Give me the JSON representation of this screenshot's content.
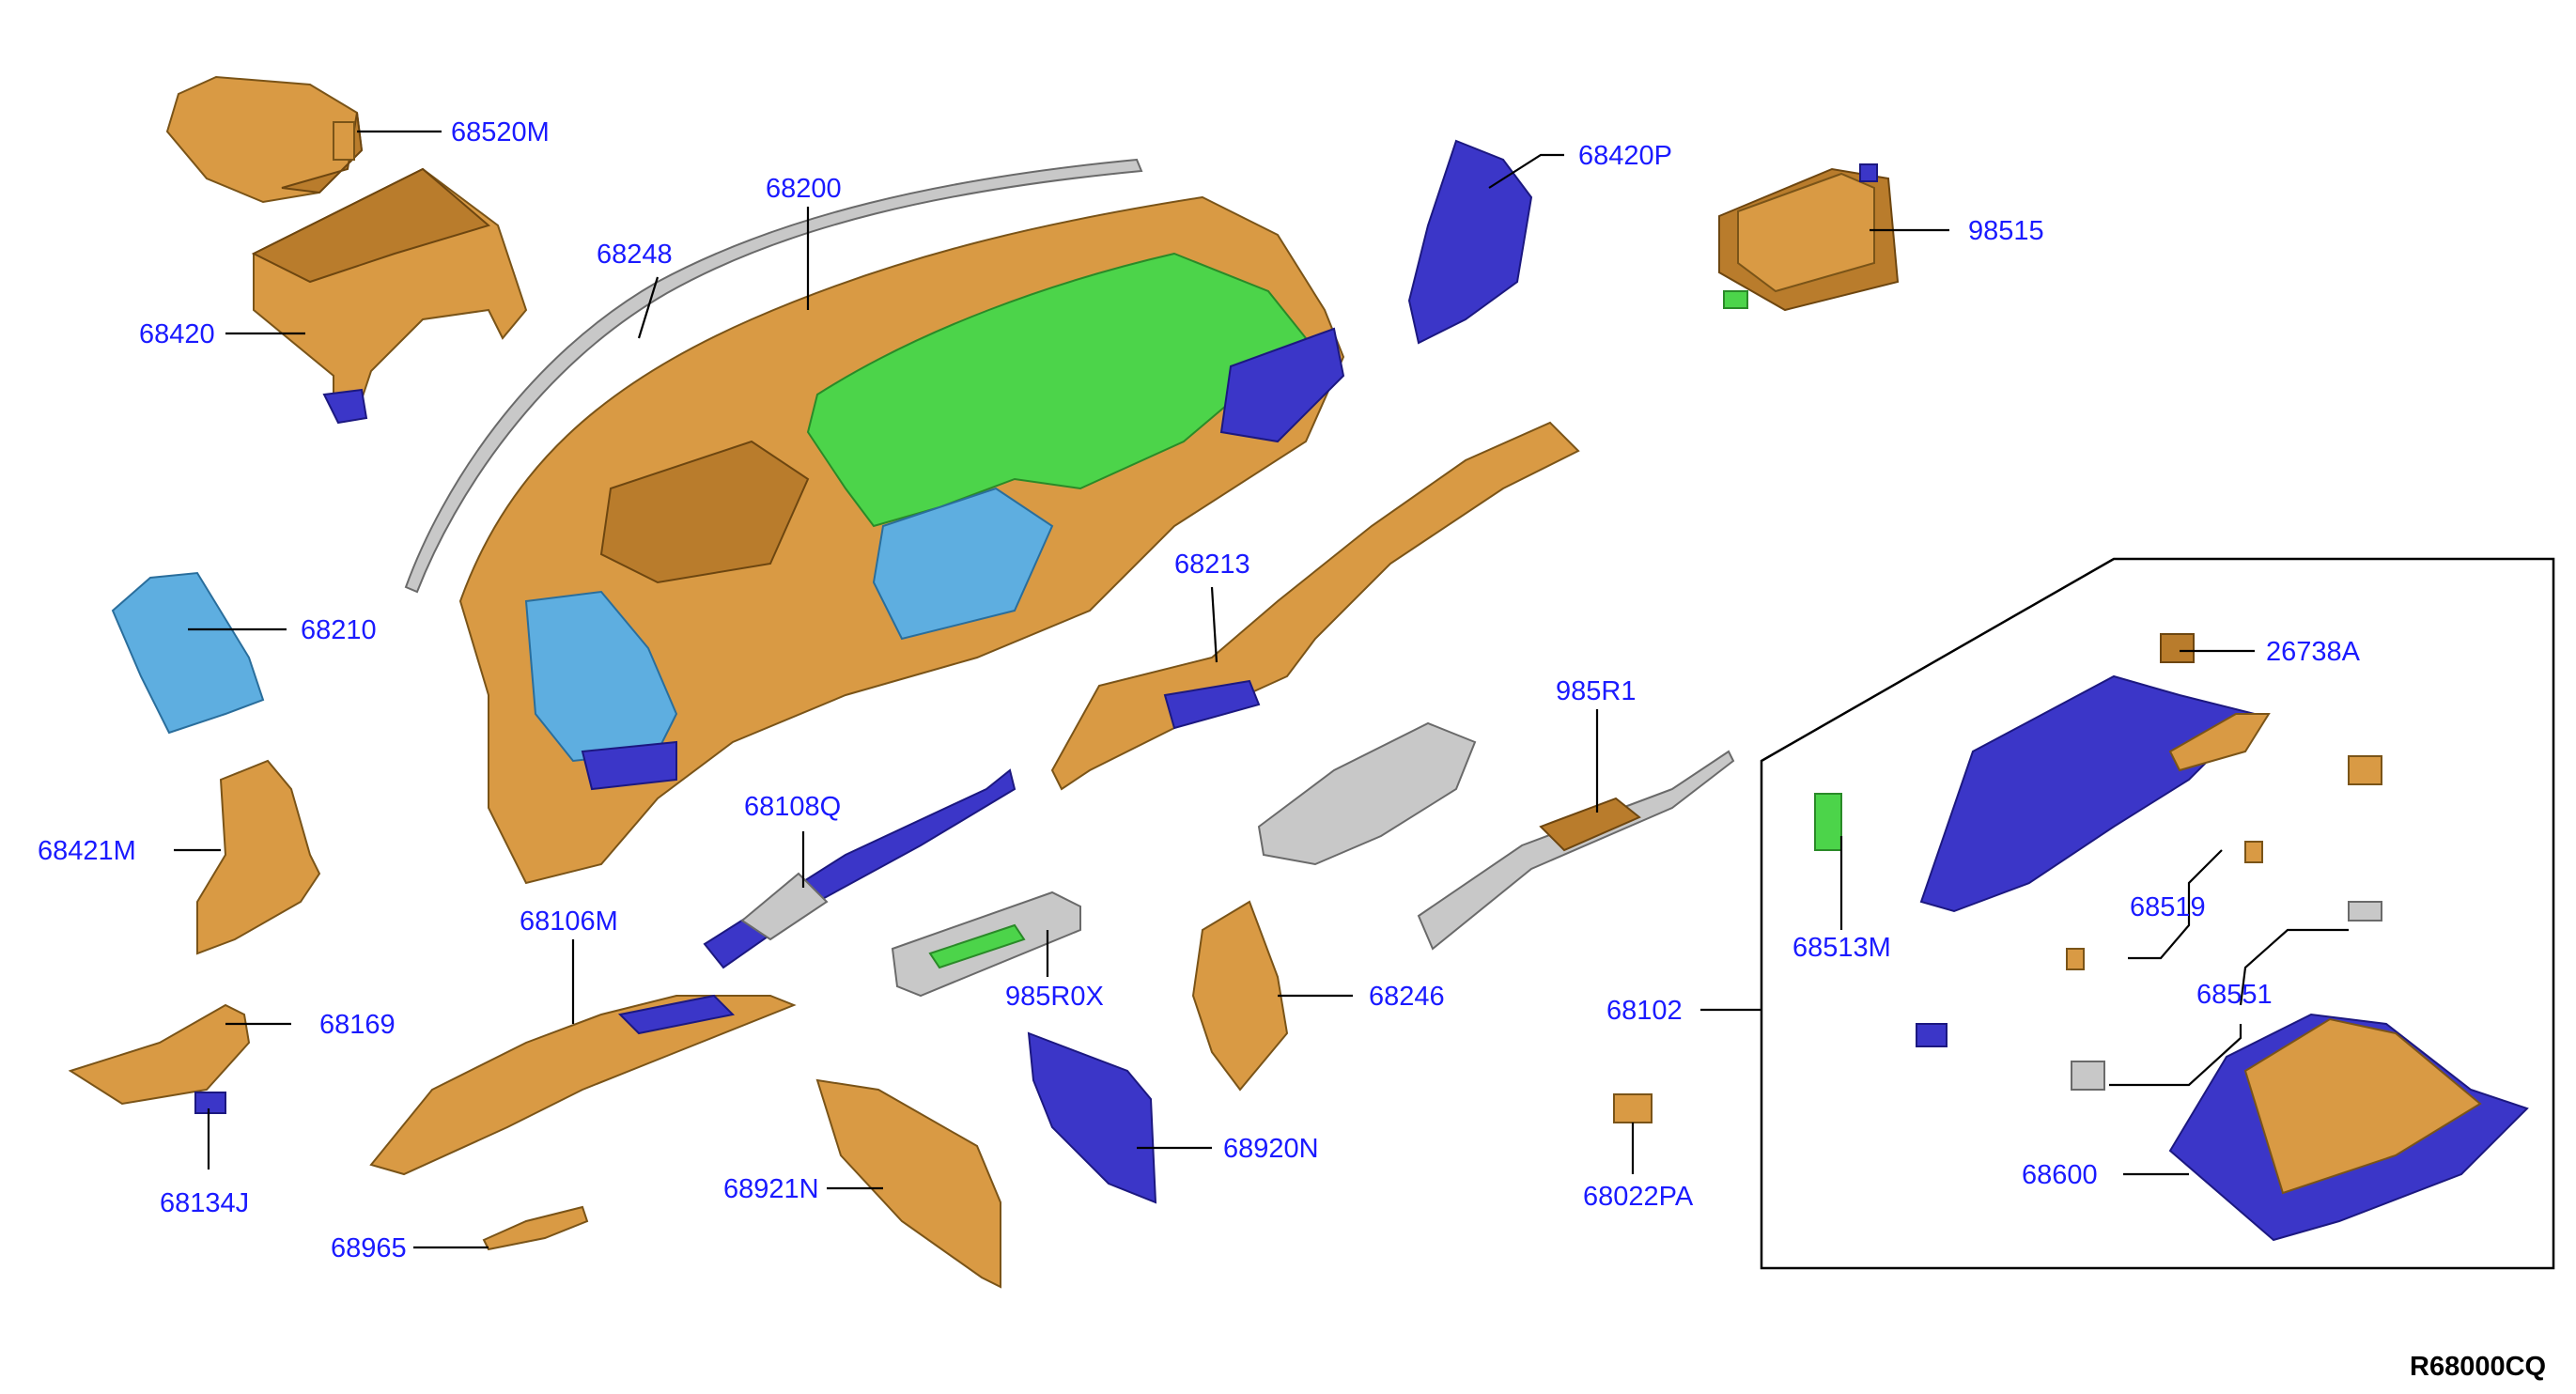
{
  "diagram_code": "R68000CQ",
  "parts": [
    {
      "id": "p68520M",
      "label": "68520M"
    },
    {
      "id": "p68420",
      "label": "68420"
    },
    {
      "id": "p68248",
      "label": "68248"
    },
    {
      "id": "p68200",
      "label": "68200"
    },
    {
      "id": "p68420P",
      "label": "68420P"
    },
    {
      "id": "p98515",
      "label": "98515"
    },
    {
      "id": "p68210",
      "label": "68210"
    },
    {
      "id": "p68213",
      "label": "68213"
    },
    {
      "id": "p26738A",
      "label": "26738A"
    },
    {
      "id": "p985R1",
      "label": "985R1"
    },
    {
      "id": "p68421M",
      "label": "68421M"
    },
    {
      "id": "p68108Q",
      "label": "68108Q"
    },
    {
      "id": "p68106M",
      "label": "68106M"
    },
    {
      "id": "p985R0X",
      "label": "985R0X"
    },
    {
      "id": "p68246",
      "label": "68246"
    },
    {
      "id": "p68102",
      "label": "68102"
    },
    {
      "id": "p68519",
      "label": "68519"
    },
    {
      "id": "p68513M",
      "label": "68513M"
    },
    {
      "id": "p68551",
      "label": "68551"
    },
    {
      "id": "p68169",
      "label": "68169"
    },
    {
      "id": "p68134J",
      "label": "68134J"
    },
    {
      "id": "p68920N",
      "label": "68920N"
    },
    {
      "id": "p68921N",
      "label": "68921N"
    },
    {
      "id": "p68022PA",
      "label": "68022PA"
    },
    {
      "id": "p68600",
      "label": "68600"
    },
    {
      "id": "p68965",
      "label": "68965"
    }
  ]
}
